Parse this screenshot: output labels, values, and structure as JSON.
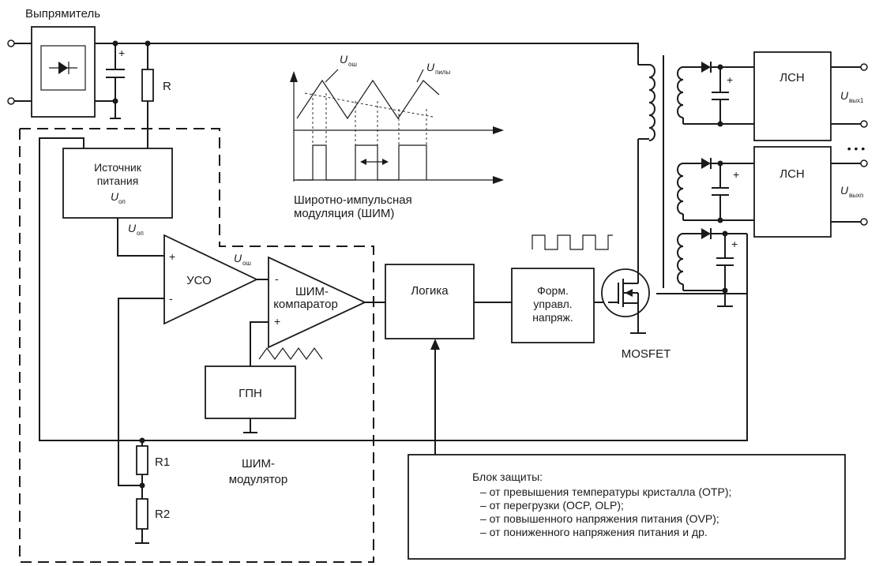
{
  "labels": {
    "rectifier": "Выпрямитель",
    "resistor_r": "R",
    "power_source": [
      "Источник",
      "питания"
    ],
    "u_sym": "U",
    "op_sub": "оп",
    "osh_sub": "ош",
    "saw_sub": "пилы",
    "uso": "УСО",
    "plus": "+",
    "minus": "-",
    "pwm_comparator": [
      "ШИМ-",
      "компаратор"
    ],
    "gpn": "ГПН",
    "pwm_modulator": [
      "ШИМ-",
      "модулятор"
    ],
    "r1": "R1",
    "r2": "R2",
    "logic": "Логика",
    "driver": [
      "Форм.",
      "управл.",
      "напряж."
    ],
    "mosfet": "MOSFET",
    "lsn": "ЛСН",
    "out1_sub": "вых1",
    "outn_sub": "выхn",
    "ellipsis": "• • •",
    "pwm_caption": [
      "Широтно-импульсная",
      "модуляция (ШИМ)"
    ],
    "protection": [
      "Блок защиты:",
      "– от превышения температуры кристалла (OTP);",
      "– от перегрузки (OCP, OLP);",
      "– от повышенного напряжения питания (OVP);",
      "– от пониженного напряжения питания и др."
    ]
  }
}
